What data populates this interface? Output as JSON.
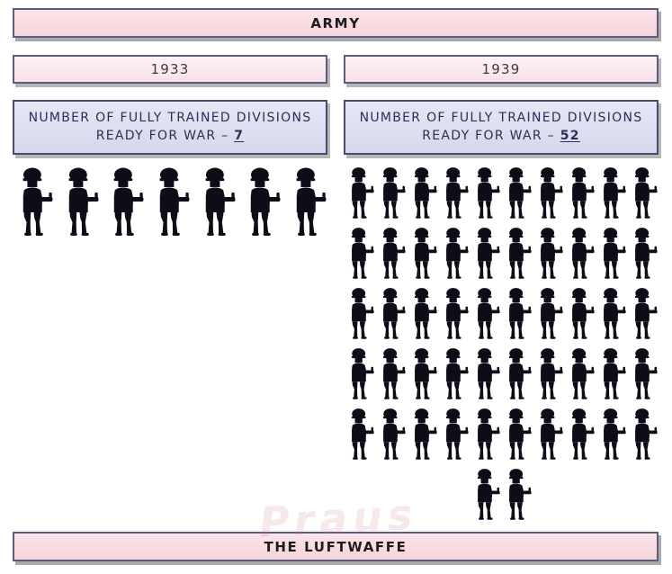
{
  "header": {
    "title": "ARMY"
  },
  "panels": [
    {
      "year": "1933",
      "label": "NUMBER OF FULLY TRAINED DIVISIONS READY FOR WAR – ",
      "value": "7",
      "icon_count": 7,
      "icons_per_row": 7
    },
    {
      "year": "1939",
      "label": "NUMBER OF FULLY TRAINED DIVISIONS READY FOR WAR – ",
      "value": "52",
      "icon_count": 52,
      "icons_per_row": 10
    }
  ],
  "footer": {
    "title": "THE LUFTWAFFE"
  },
  "watermark": {
    "text": "Praus"
  },
  "icons": {
    "soldier": "soldier-with-rifle-silhouette"
  },
  "colors": {
    "banner_fill": "#f8dde3",
    "year_fill": "#fceef3",
    "info_fill": "#dedff1",
    "pink_border": "#5d5c7e",
    "info_border": "#4a4a6c",
    "info_text": "#2e2e55",
    "soldier": "#0d0d18",
    "shadow": "#787880"
  },
  "chart_data": {
    "type": "bar",
    "variant": "pictogram",
    "icon": "soldier-silhouette",
    "icon_unit": "1 soldier icon = 1 division",
    "title": "ARMY",
    "categories": [
      "1933",
      "1939"
    ],
    "values": [
      7,
      52
    ],
    "series_label": "Number of fully trained divisions ready for war",
    "layout": {
      "left_icons_per_row": 7,
      "right_icons_per_row": 10,
      "legend": "none",
      "grid": "off"
    },
    "footer": "THE LUFTWAFFE"
  }
}
